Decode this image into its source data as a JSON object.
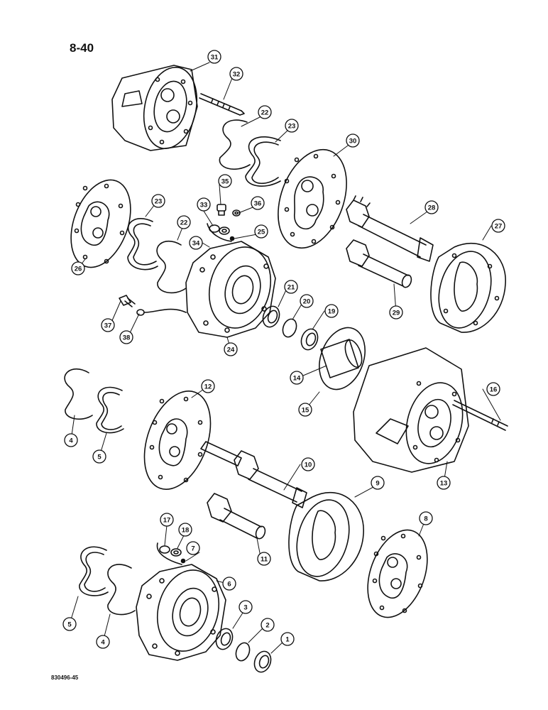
{
  "page_number": "8-40",
  "doc_code": "830496-45",
  "callouts": [
    {
      "id": "31",
      "label": "31"
    },
    {
      "id": "32",
      "label": "32"
    },
    {
      "id": "22a",
      "label": "22"
    },
    {
      "id": "23a",
      "label": "23"
    },
    {
      "id": "30",
      "label": "30"
    },
    {
      "id": "35",
      "label": "35"
    },
    {
      "id": "36",
      "label": "36"
    },
    {
      "id": "23b",
      "label": "23"
    },
    {
      "id": "33",
      "label": "33"
    },
    {
      "id": "22b",
      "label": "22"
    },
    {
      "id": "25",
      "label": "25"
    },
    {
      "id": "34",
      "label": "34"
    },
    {
      "id": "28",
      "label": "28"
    },
    {
      "id": "27",
      "label": "27"
    },
    {
      "id": "26",
      "label": "26"
    },
    {
      "id": "21",
      "label": "21"
    },
    {
      "id": "20",
      "label": "20"
    },
    {
      "id": "19",
      "label": "19"
    },
    {
      "id": "29",
      "label": "29"
    },
    {
      "id": "37",
      "label": "37"
    },
    {
      "id": "38",
      "label": "38"
    },
    {
      "id": "24",
      "label": "24"
    },
    {
      "id": "14",
      "label": "14"
    },
    {
      "id": "15",
      "label": "15"
    },
    {
      "id": "16",
      "label": "16"
    },
    {
      "id": "12",
      "label": "12"
    },
    {
      "id": "4a",
      "label": "4"
    },
    {
      "id": "5a",
      "label": "5"
    },
    {
      "id": "10",
      "label": "10"
    },
    {
      "id": "13",
      "label": "13"
    },
    {
      "id": "9",
      "label": "9"
    },
    {
      "id": "8",
      "label": "8"
    },
    {
      "id": "17",
      "label": "17"
    },
    {
      "id": "18",
      "label": "18"
    },
    {
      "id": "7",
      "label": "7"
    },
    {
      "id": "11",
      "label": "11"
    },
    {
      "id": "6",
      "label": "6"
    },
    {
      "id": "3",
      "label": "3"
    },
    {
      "id": "2",
      "label": "2"
    },
    {
      "id": "1",
      "label": "1"
    },
    {
      "id": "5b",
      "label": "5"
    },
    {
      "id": "4b",
      "label": "4"
    }
  ]
}
